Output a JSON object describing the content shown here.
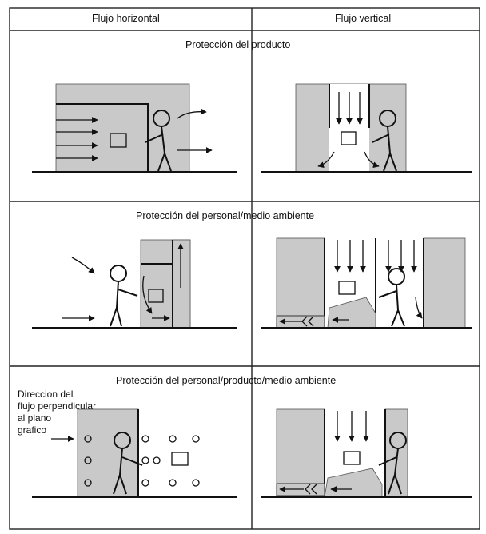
{
  "header": {
    "col_left": "Flujo horizontal",
    "col_right": "Flujo vertical"
  },
  "sections": [
    {
      "title": "Protección del producto"
    },
    {
      "title": "Protección del personal/medio ambiente"
    },
    {
      "title": "Protección del personal/producto/medio ambiente"
    }
  ],
  "annotation": {
    "line1": "Direccion del",
    "line2": "flujo perpendicular",
    "line3": "al plano",
    "line4": "grafico"
  },
  "colors": {
    "shade": "#c9c9c9",
    "ink": "#111111",
    "paper": "#ffffff"
  }
}
